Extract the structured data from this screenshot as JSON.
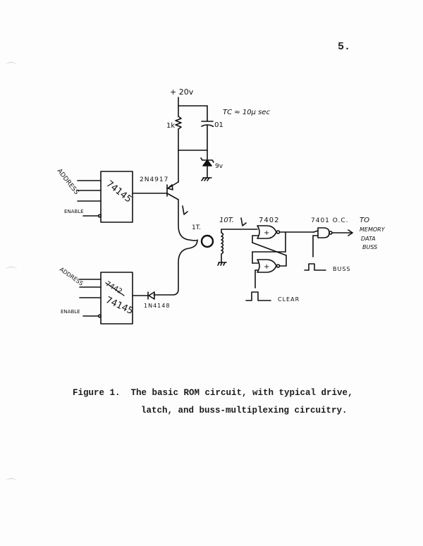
{
  "page": {
    "page_number": "5."
  },
  "schematic": {
    "supply_label": "+ 20v",
    "tc_note": "TC ≈ 10μ sec",
    "resistor_label": "1k",
    "capacitor_label": ".01",
    "zener_label": "9v",
    "transistor_label": "2N4917",
    "decoder_top": {
      "part": "74145",
      "address_label": "ADDRESS",
      "enable_label": "ENABLE"
    },
    "decoder_bottom": {
      "part": "74145",
      "struck_part": "7442",
      "address_label": "ADDRESS",
      "enable_label": "ENABLE"
    },
    "diode_label": "1N4148",
    "primary_turns_label": "1T.",
    "secondary_turns_label": "10T.",
    "latch_label": "7402",
    "gate_symbol": "+",
    "output_gate_label": "7401 O.C.",
    "output_dest_line1": "TO",
    "output_dest_line2": "MEMORY",
    "output_dest_line3": "DATA",
    "output_dest_line4": "BUSS",
    "clear_label": "CLEAR",
    "buss_label": "BUSS",
    "current_symbol": "I"
  },
  "caption": {
    "line1": "Figure 1.  The basic ROM circuit, with typical drive,",
    "line2": "latch, and buss-multiplexing circuitry."
  }
}
